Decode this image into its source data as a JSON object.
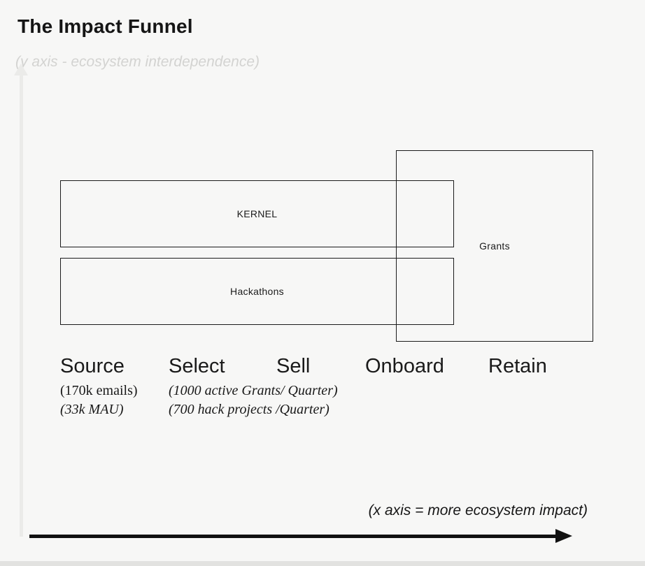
{
  "header": {
    "title": "The Impact Funnel"
  },
  "axes": {
    "y_label": "(y axis - ecosystem interdependence)",
    "x_label": "(x axis = more ecosystem impact)"
  },
  "boxes": {
    "grants": {
      "label": "Grants"
    },
    "kernel": {
      "label": "KERNEL"
    },
    "hackathons": {
      "label": "Hackathons"
    }
  },
  "stages": [
    {
      "label": "Source",
      "notes": [
        "(170k emails)",
        "(33k MAU)"
      ]
    },
    {
      "label": "Select",
      "notes": [
        "(1000 active Grants/ Quarter)",
        "(700 hack projects /Quarter)"
      ]
    },
    {
      "label": "Sell",
      "notes": []
    },
    {
      "label": "Onboard",
      "notes": []
    },
    {
      "label": "Retain",
      "notes": []
    }
  ],
  "colors": {
    "background": "#f7f7f6",
    "box_border": "#1b1b1b",
    "text": "#1a1a1a",
    "muted_axis": "#ebebe9",
    "muted_label": "#d3d3d1"
  }
}
